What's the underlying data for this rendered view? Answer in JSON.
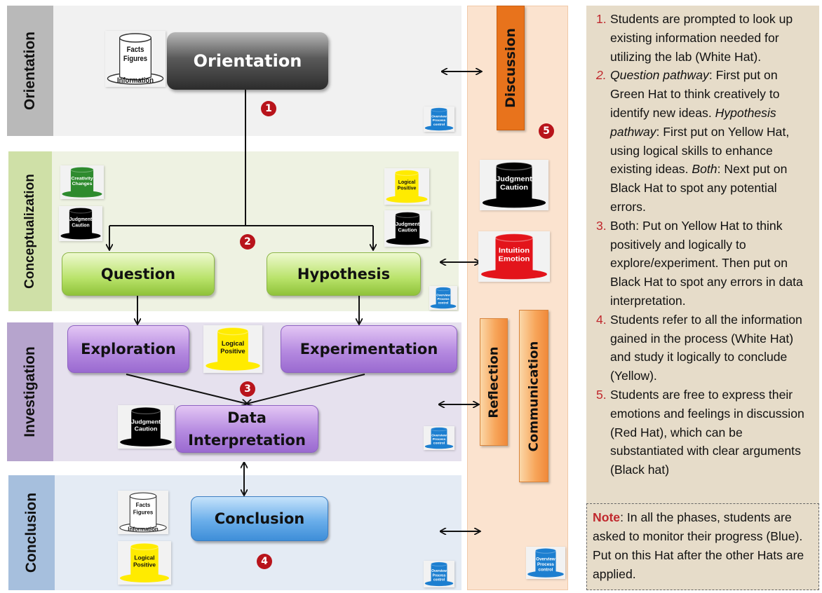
{
  "phases": {
    "orientation": "Orientation",
    "conceptualization": "Conceptualization",
    "investigation": "Investigation",
    "conclusion": "Conclusion"
  },
  "boxes": {
    "orientation": "Orientation",
    "question": "Question",
    "hypothesis": "Hypothesis",
    "exploration": "Exploration",
    "experimentation": "Experimentation",
    "data_interpretation": "Data Interpretation",
    "conclusion": "Conclusion",
    "discussion": "Discussion",
    "reflection": "Reflection",
    "communication": "Communication"
  },
  "badges": [
    "1",
    "2",
    "3",
    "4",
    "5"
  ],
  "hats": {
    "white_facts": [
      "Facts",
      "Figures",
      "Information"
    ],
    "green": [
      "Creativity",
      "Changes"
    ],
    "black": [
      "Judgment",
      "Caution"
    ],
    "yellow": [
      "Logical",
      "Positive"
    ],
    "red": [
      "Intuition",
      "Emotion"
    ],
    "blue": [
      "Overview",
      "Process",
      "control"
    ]
  },
  "colors": {
    "white_hat": "#ffffff",
    "green_hat": "#2e8b2e",
    "black_hat": "#000000",
    "yellow_hat": "#ffeb00",
    "red_hat": "#e3141b",
    "blue_hat": "#1d7fd0",
    "badge": "#b8141b",
    "discussion": "#e8731c"
  },
  "notes": {
    "item1_num": "1.",
    "item1": "Students are prompted to look up existing information needed for utilizing the lab (White Hat).",
    "item2_num": "2.",
    "item2_q_title": "Question pathway",
    "item2_q": ": First put on Green Hat to think creatively to identify new ideas.",
    "item2_h_title": "Hypothesis pathway",
    "item2_h": ": First put on Yellow Hat, using logical skills to enhance existing ideas.",
    "item2_b_title": "Both",
    "item2_b": ": Next put on Black Hat to spot any potential errors.",
    "item3_num": "3.",
    "item3": "Both: Put on Yellow Hat to think positively and logically to explore/experiment. Then put on Black Hat to spot any errors in data interpretation.",
    "item4_num": "4.",
    "item4": "Students refer to all the information gained in the process (White Hat) and study it logically to conclude (Yellow).",
    "item5_num": "5.",
    "item5": "Students are free to express their emotions and feelings in discussion (Red Hat), which can be substantiated with clear arguments (Black hat)",
    "note_label": "Note",
    "note_text": ": In all the phases, students are asked to monitor their progress (Blue). Put on this Hat after the other Hats are applied."
  }
}
